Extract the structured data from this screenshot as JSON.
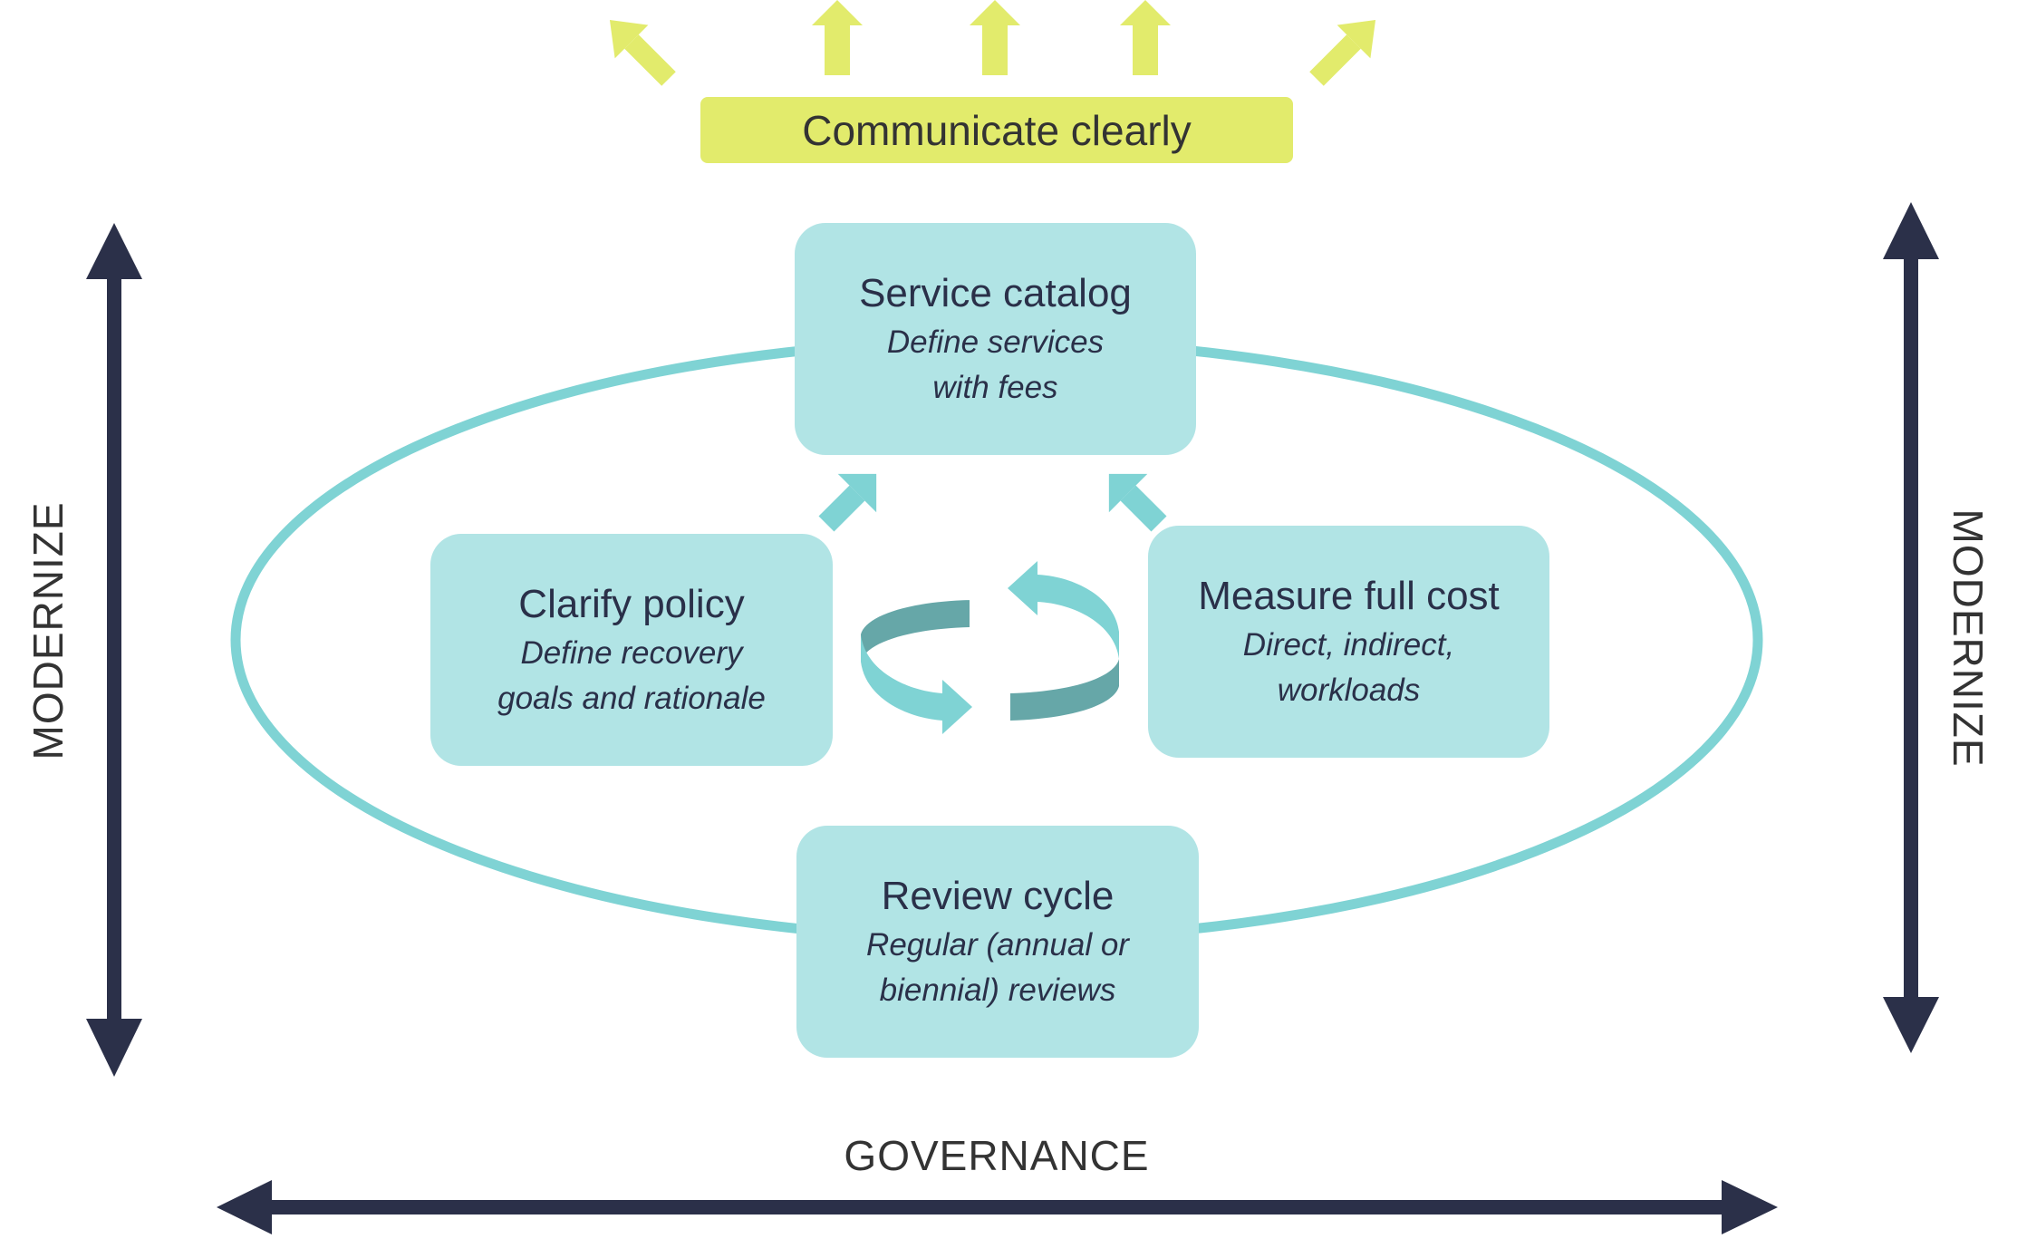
{
  "communicate": {
    "label": "Communicate clearly"
  },
  "boxes": {
    "service": {
      "title": "Service catalog",
      "subtitle": "Define services\nwith fees"
    },
    "clarify": {
      "title": "Clarify policy",
      "subtitle": "Define recovery\ngoals and rationale"
    },
    "measure": {
      "title": "Measure full cost",
      "subtitle": "Direct, indirect,\nworkloads"
    },
    "review": {
      "title": "Review cycle",
      "subtitle": "Regular (annual or\nbiennial) reviews"
    }
  },
  "axes": {
    "left": "MODERNIZE",
    "right": "MODERNIZE",
    "bottom": "GOVERNANCE"
  },
  "colors": {
    "yellow": "#e2eb6c",
    "teal_box": "#b1e4e5",
    "teal_ring": "#7fd3d4",
    "teal_dark": "#66a7a8",
    "navy": "#2b3049",
    "text_dark": "#2a3049",
    "text_label": "#333333"
  }
}
